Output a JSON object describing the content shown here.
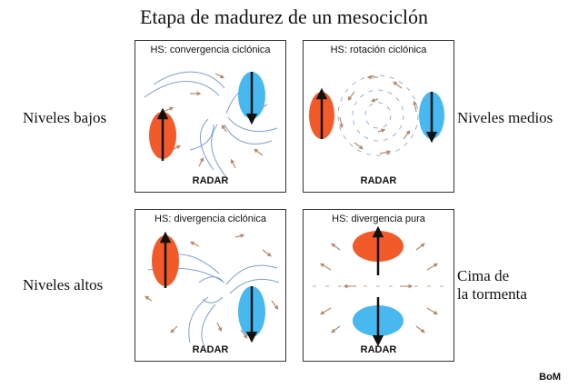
{
  "title": "Etapa de madurez de un mesociclón",
  "rows": {
    "low": "Niveles bajos",
    "mid": "Niveles medios",
    "high": "Niveles altos",
    "top_line1": "Cima de",
    "top_line2": "la tormenta"
  },
  "panels": {
    "p1": {
      "label": "HS: convergencia ciclónica",
      "radar": "RADAR"
    },
    "p2": {
      "label": "HS: rotación ciclónica",
      "radar": "RADAR"
    },
    "p3": {
      "label": "HS: divergencia ciclónica",
      "radar": "RADAR"
    },
    "p4": {
      "label": "HS: divergencia pura",
      "radar": "RADAR"
    }
  },
  "credit": "BoM",
  "colors": {
    "red": "#f25a2a",
    "blue": "#47b8f0",
    "streamline": "#7d9fd6",
    "arrow": "#b58a6a"
  }
}
